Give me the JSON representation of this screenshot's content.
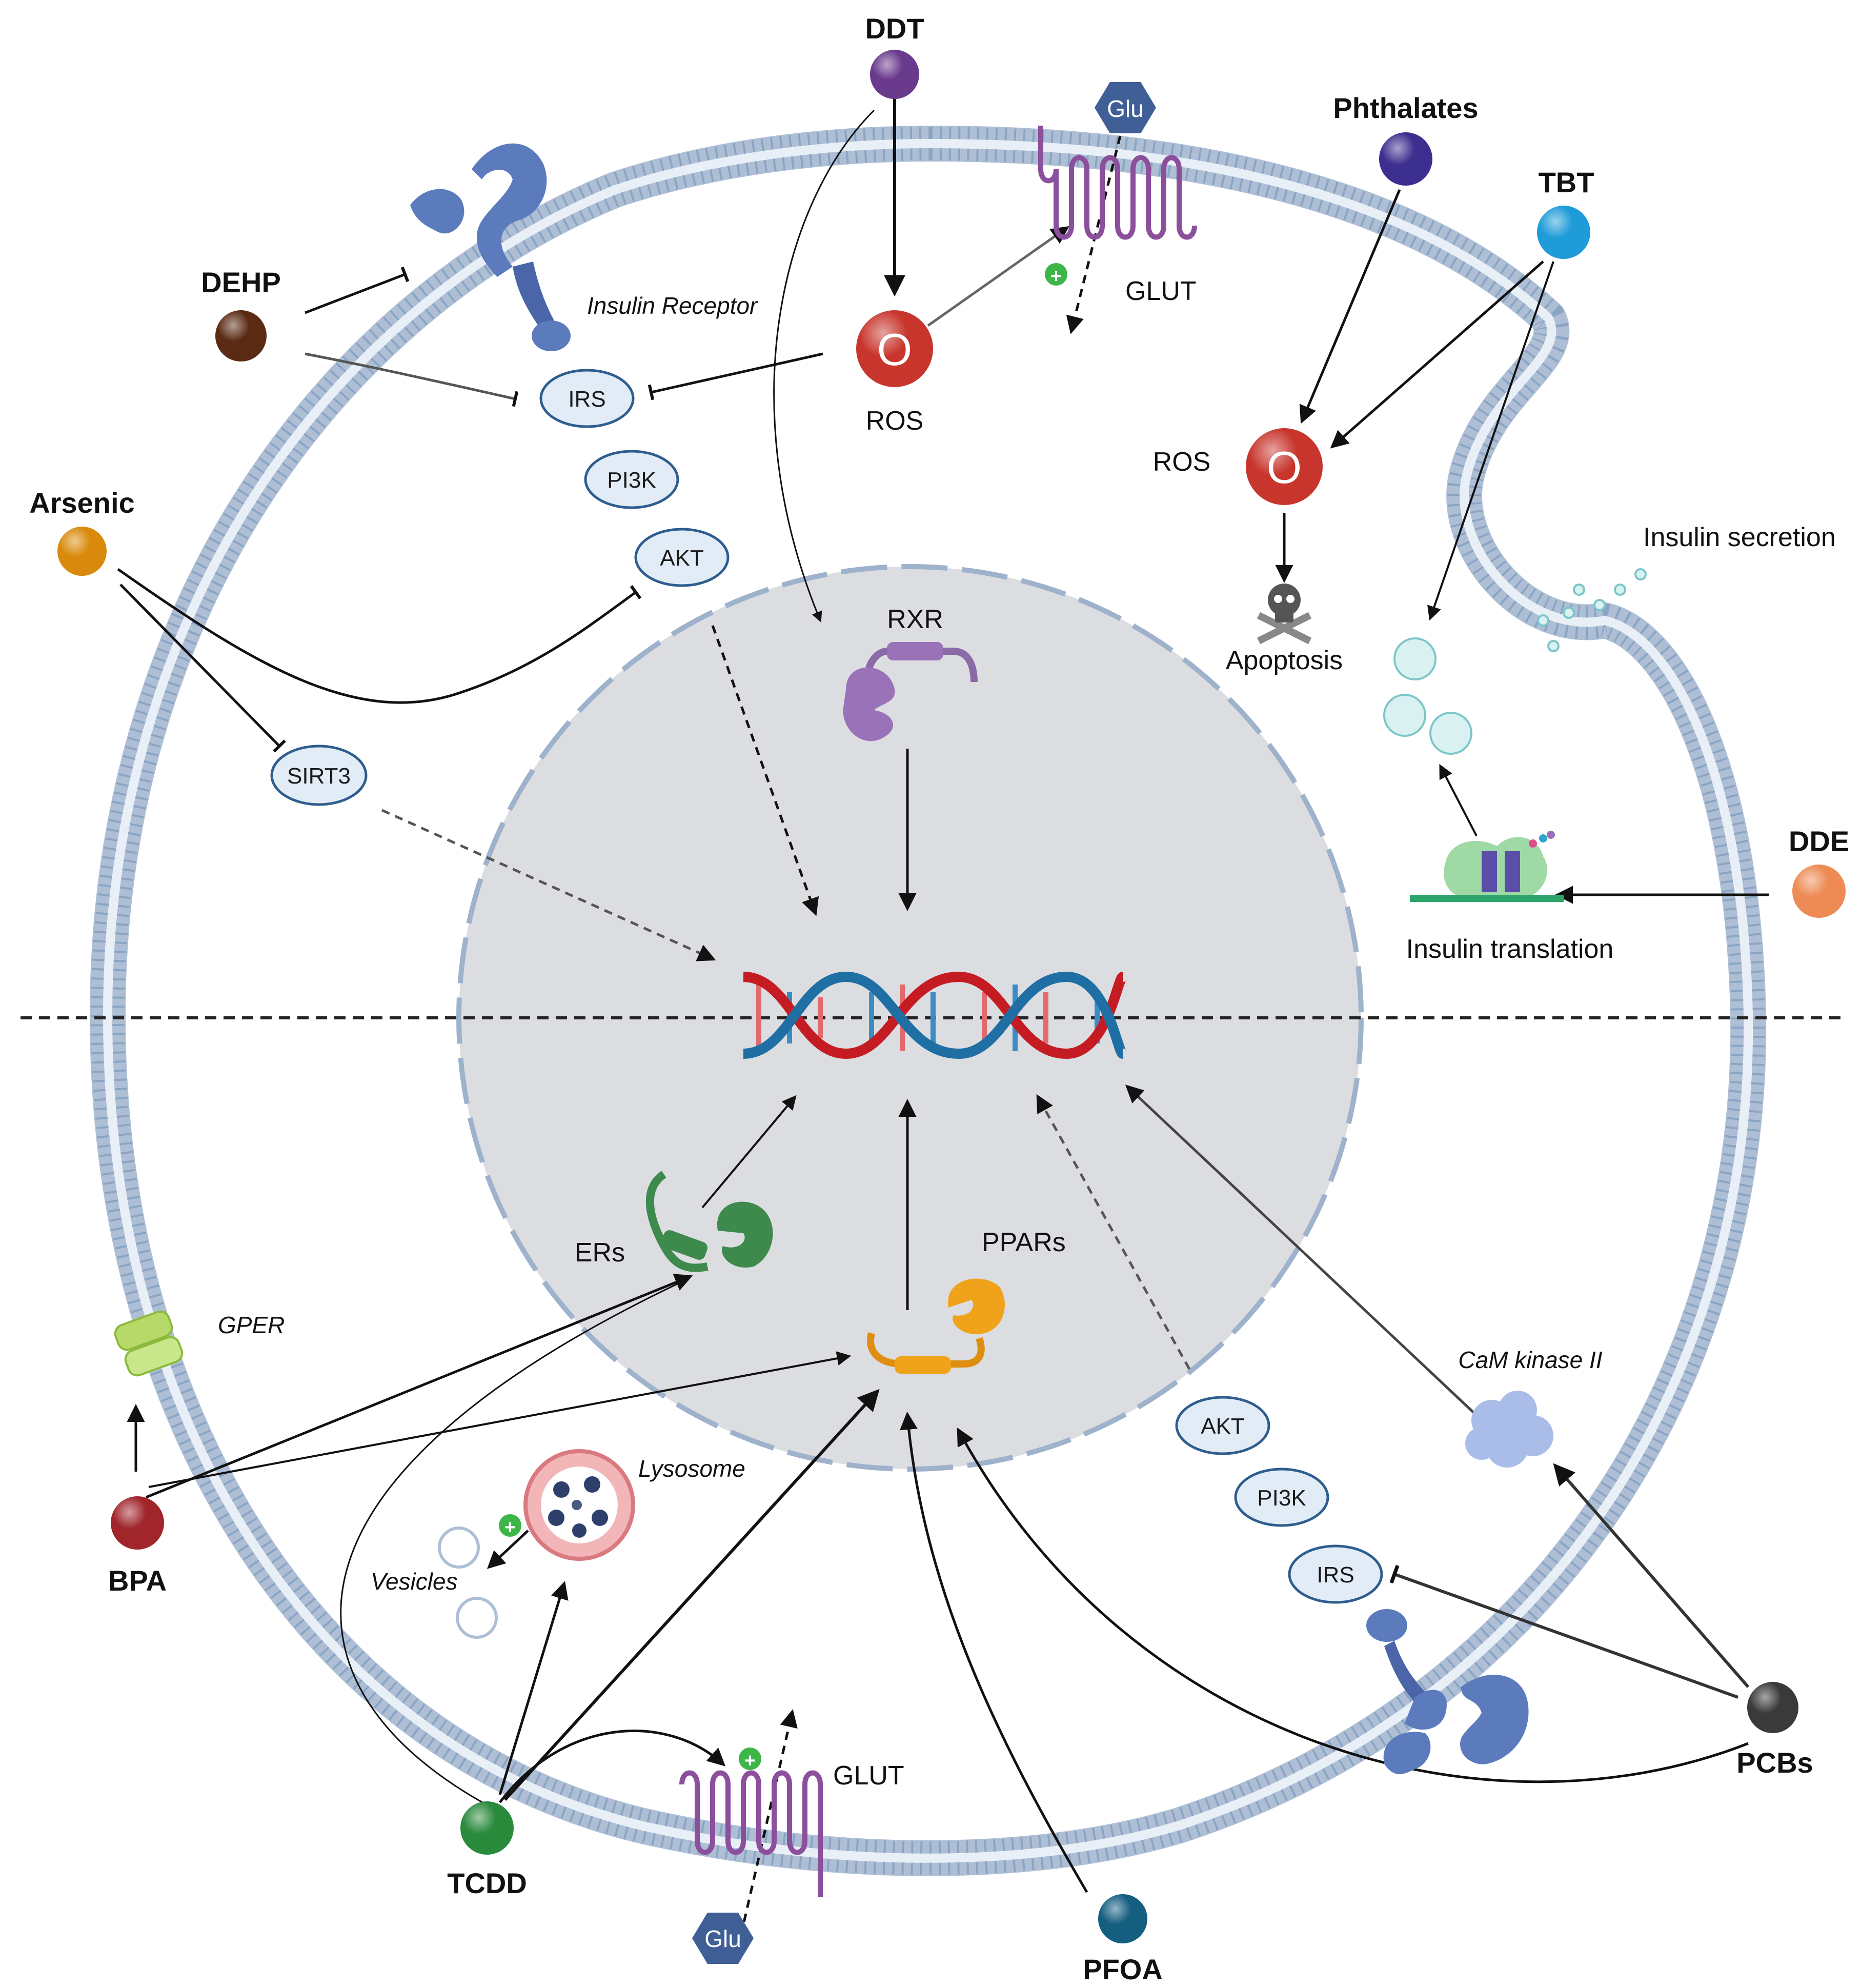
{
  "chemicals": {
    "ddt": "DDT",
    "phthalates": "Phthalates",
    "tbt": "TBT",
    "dehp": "DEHP",
    "arsenic": "Arsenic",
    "dde": "DDE",
    "bpa": "BPA",
    "tcdd": "TCDD",
    "pfoa": "PFOA",
    "pcbs": "PCBs"
  },
  "labels": {
    "insulin_receptor": "Insulin Receptor",
    "glut_top": "GLUT",
    "glut_bottom": "GLUT",
    "glu_top": "Glu",
    "glu_bottom": "Glu",
    "ros_top": "ROS",
    "ros_right": "ROS",
    "ros_symbol": "O",
    "apoptosis": "Apoptosis",
    "insulin_secretion": "Insulin secretion",
    "insulin_translation": "Insulin translation",
    "rxr": "RXR",
    "ers": "ERs",
    "pparS": "PPARs",
    "gper": "GPER",
    "lysosome": "Lysosome",
    "vesicles": "Vesicles",
    "camk": "CaM kinase II",
    "plus": "+"
  },
  "ovals": {
    "irs_top": "IRS",
    "pi3k_top": "PI3K",
    "akt_top": "AKT",
    "sirt3": "SIRT3",
    "akt_bottom": "AKT",
    "pi3k_bottom": "PI3K",
    "irs_bottom": "IRS"
  },
  "colors": {
    "ddt": "#6a3a8c",
    "phthalates": "#3d2f8f",
    "tbt": "#1f9bd8",
    "dehp": "#5a2a12",
    "arsenic": "#d98a0c",
    "dde": "#ee8b55",
    "bpa": "#a0262b",
    "tcdd": "#2a8a3c",
    "pfoa": "#145e80",
    "pcbs": "#3a3a3a",
    "membrane": "#9db5cf",
    "nucleus": "#dcdde1",
    "ros": "#c7352c",
    "oval_fill": "#e2ecf7",
    "oval_stroke": "#2e5d8e",
    "receptor": "#5b7bbd",
    "glut": "#8b4f9c",
    "dna_red": "#c51b22",
    "dna_blue": "#1f6fa5",
    "rxr": "#9a72b8",
    "ers": "#3d8a4c",
    "ppars": "#f0a31a"
  }
}
